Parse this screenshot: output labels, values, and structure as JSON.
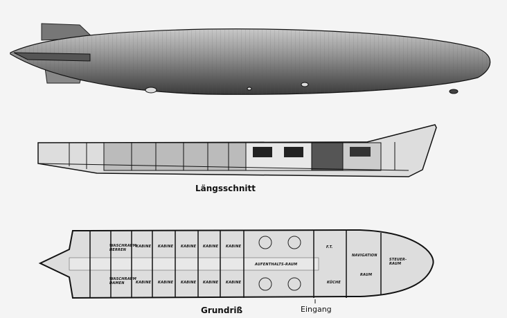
{
  "captions": {
    "section": "Längsschnitt",
    "plan": "Grundriß",
    "entrance": "Eingang"
  },
  "rooms": {
    "cabin": "KABINE",
    "lounge": "AUFENTHALTS-RAUM",
    "radio": "F.T.",
    "navigation": "NAVIGATION",
    "control": "STEUER-RAUM",
    "kitchen": "KÜCHE",
    "room": "RAUM",
    "washroom_men": "WASCHRAUM HERREN",
    "washroom_women": "WASCHRAUM DAMEN"
  },
  "colors": {
    "background": "#f4f4f4",
    "ink": "#111111",
    "hull": "#8a8a8a"
  }
}
